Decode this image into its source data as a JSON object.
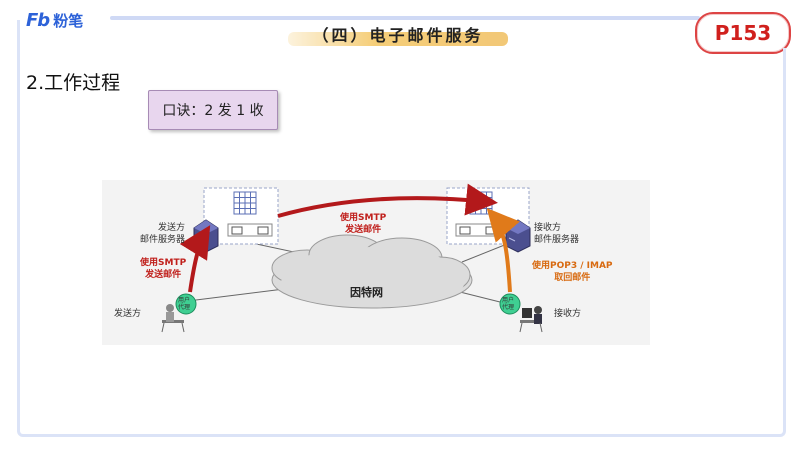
{
  "brand": {
    "mark": "Fb",
    "name": "粉笔"
  },
  "header": {
    "title": "（四）电子邮件服务",
    "page_ref": "P153"
  },
  "section": {
    "heading": "2.工作过程",
    "mnemonic": "口诀：2 发 1 收"
  },
  "diagram": {
    "sender_server": "发送方\n邮件服务器",
    "receiver_server": "接收方\n邮件服务器",
    "sender": "发送方",
    "receiver": "接收方",
    "internet": "因特网",
    "user_agent": "用户\n代理",
    "smtp_left": "使用SMTP\n发送邮件",
    "smtp_top": "使用SMTP\n发送邮件",
    "pop3": "使用POP3 / IMAP\n取回邮件"
  },
  "colors": {
    "accent": "#2d62d8",
    "red_arrow": "#b3191b",
    "orange_arrow": "#e07a1a",
    "agent": "#3fcf92"
  }
}
